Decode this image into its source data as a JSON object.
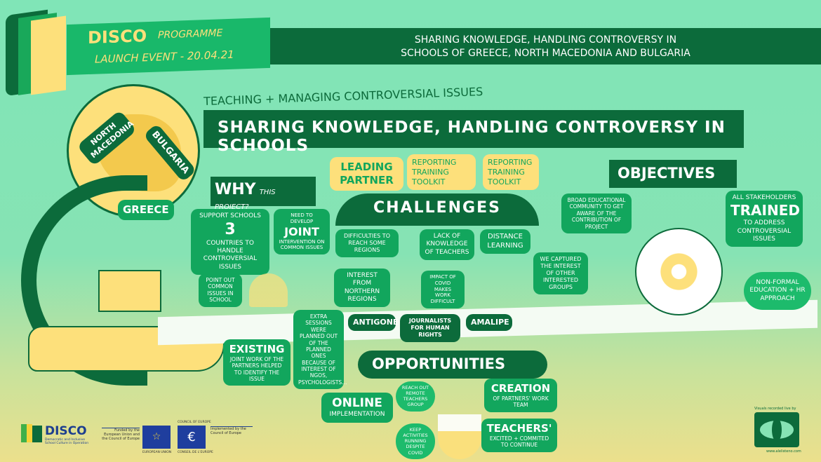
{
  "header": {
    "disco": "DISCO",
    "programme": "PROGRAMME",
    "event": "LAUNCH EVENT - 20.04.21",
    "banner_line1": "SHARING KNOWLEDGE, HANDLING CONTROVERSY IN",
    "banner_line2": "SCHOOLS OF GREECE, NORTH  MACEDONIA AND BULGARIA"
  },
  "subtitle": "TEACHING + MANAGING CONTROVERSIAL ISSUES",
  "title": "SHARING KNOWLEDGE, HANDLING CONTROVERSY IN SCHOOLS",
  "map": {
    "north_macedonia": "NORTH MACEDONIA",
    "bulgaria": "BULGARIA",
    "greece": "GREECE"
  },
  "why": {
    "title": "WHY",
    "sub": "THIS PROJECT?",
    "support": {
      "pre": "SUPPORT SCHOOLS",
      "num": "3",
      "rest": "COUNTRIES TO HANDLE CONTROVERSIAL ISSUES"
    },
    "joint": {
      "pre": "NEED TO DEVELOP",
      "big": "JOINT",
      "rest": "INTERVENTION ON COMMON ISSUES"
    },
    "point": "POINT OUT COMMON ISSUES IN SCHOOL"
  },
  "existing": {
    "big": "EXISTING",
    "rest": "JOINT WORK OF THE PARTNERS HELPED TO IDENTIFY THE ISSUE"
  },
  "partners": {
    "leading": "LEADING PARTNER",
    "roles1": [
      "REPORTING",
      "TRAINING",
      "TOOLKIT"
    ],
    "roles2": [
      "REPORTING",
      "TRAINING",
      "TOOLKIT"
    ]
  },
  "challenges": {
    "title": "CHALLENGES",
    "items": [
      "INTEREST FROM NORTHERN REGIONS",
      "DIFFICULTIES TO REACH SOME REGIONS",
      "EXTRA SESSIONS WERE PLANNED OUT OF THE PLANNED ONES BECAUSE OF INTEREST OF NGOS, PSYCHOLOGISTS...",
      "LACK OF KNOWLEDGE OF TEACHERS",
      "IMPACT OF COVID MAKES WORK DIFFICULT",
      "DISTANCE LEARNING",
      "WE CAPTURED THE INTEREST OF OTHER INTERESTED GROUPS"
    ],
    "hurdles": [
      "ANTIGONE",
      "JOURNALISTS FOR HUMAN RIGHTS",
      "AMALIPE"
    ]
  },
  "objectives": {
    "title": "OBJECTIVES",
    "broad": "BROAD EDUCATIONAL COMMUNITY TO GET AWARE OF THE CONTRIBUTION OF PROJECT",
    "trained_pre": "ALL STAKEHOLDERS",
    "trained": "TRAINED",
    "trained_post": "TO ADDRESS CONTROVERSIAL ISSUES",
    "nonformal": "NON-FORMAL EDUCATION + HR APPROACH"
  },
  "opportunities": {
    "title": "OPPORTUNITIES",
    "online": "ONLINE",
    "online_sub": "IMPLEMENTATION",
    "reach": "REACH OUT REMOTE TEACHERS GROUP",
    "keep": "KEEP ACTIVITIES RUNNING DESPITE COVID",
    "creation": "CREATION",
    "creation_sub": "OF PARTNERS' WORK TEAM",
    "teachers": "TEACHERS'",
    "teachers_sub": "EXCITED + COMMITED TO CONTINUE"
  },
  "footer": {
    "disco": "DISCO",
    "disco_sub": "Democratic and Inclusive School Culture in Operation",
    "funded": "Funded by the European Union and the Council of Europe",
    "eu": "EUROPEAN UNION",
    "coe_top": "COUNCIL OF EUROPE",
    "coe_bottom": "CONSEIL DE L'EUROPE",
    "implemented": "Implemented by the Council of Europe",
    "visuals": "Visuals recorded live by",
    "site": "www.alelisteno.com"
  }
}
